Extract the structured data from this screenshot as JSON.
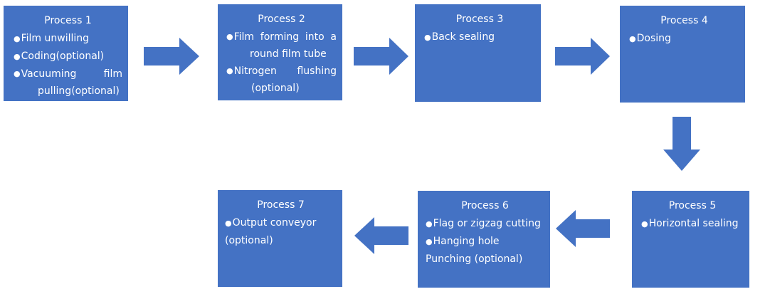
{
  "theme": {
    "box_color": "#4472c4",
    "arrow_color": "#4472c4",
    "text_color": "#ffffff"
  },
  "bullet": "●",
  "processes": [
    {
      "title": "Process 1",
      "items": [
        "Film unwilling",
        "Coding(optional)",
        "Vacuuming film",
        "pulling(optional)"
      ]
    },
    {
      "title": "Process 2",
      "items": [
        "Film forming into a",
        "round film tube",
        "Nitrogen flushing",
        "(optional)"
      ]
    },
    {
      "title": "Process 3",
      "items": [
        "Back sealing"
      ]
    },
    {
      "title": "Process 4",
      "items": [
        "Dosing"
      ]
    },
    {
      "title": "Process 5",
      "items": [
        "Horizontal sealing"
      ]
    },
    {
      "title": "Process 6",
      "items": [
        "Flag or zigzag cutting",
        "Hanging hole",
        "Punching (optional)"
      ]
    },
    {
      "title": "Process 7",
      "items": [
        "Output conveyor",
        "(optional)"
      ]
    }
  ]
}
